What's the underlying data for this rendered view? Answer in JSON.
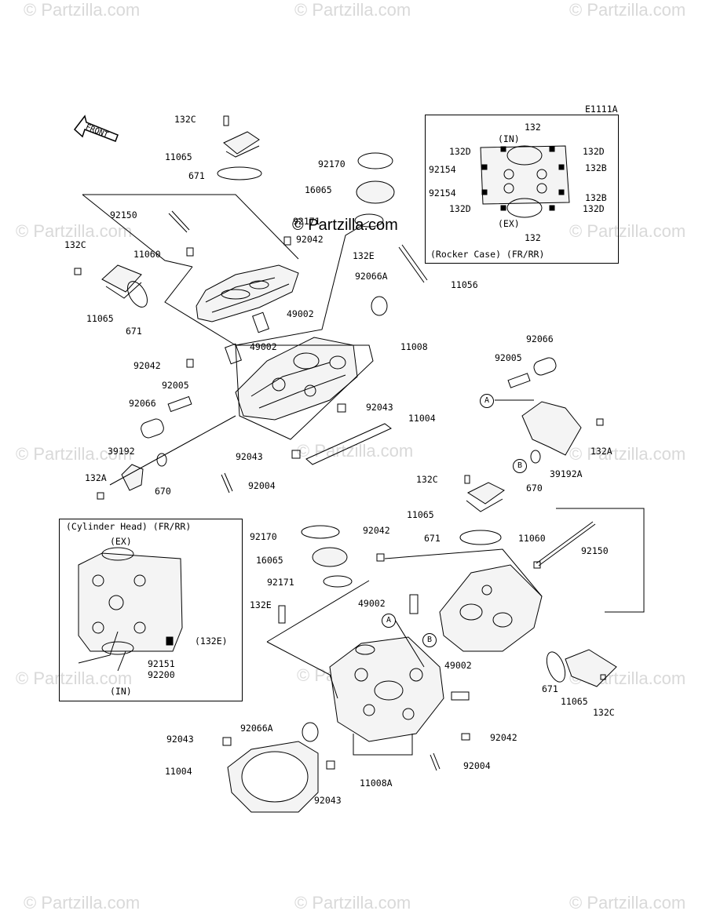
{
  "watermark": "© Partzilla.com",
  "brand_mark": "© Partzilla.com",
  "diagram_code": "E1111A",
  "front_arrow_label": "FRONT",
  "rocker_box": {
    "title": "(Rocker Case) (FR/RR)",
    "in_label": "(IN)",
    "ex_label": "(EX)",
    "parts": [
      "132",
      "132D",
      "132D",
      "92154",
      "132B",
      "92154",
      "132B",
      "132D",
      "132D",
      "132"
    ]
  },
  "cylinder_box": {
    "title": "(Cylinder Head) (FR/RR)",
    "ex_label": "(EX)",
    "in_label": "(IN)",
    "parts": [
      "(132E)",
      "92151",
      "92200"
    ]
  },
  "markers": {
    "a": "A",
    "b": "B"
  },
  "parts": {
    "p_132c_1": "132C",
    "p_11065_1": "11065",
    "p_671_1": "671",
    "p_92170_1": "92170",
    "p_16065_1": "16065",
    "p_92171_1": "92171",
    "p_92042_1": "92042",
    "p_92150_1": "92150",
    "p_132c_2": "132C",
    "p_11060_1": "11060",
    "p_132e_1": "132E",
    "p_92066a_1": "92066A",
    "p_11056": "11056",
    "p_11065_2": "11065",
    "p_671_2": "671",
    "p_49002_1": "49002",
    "p_49002_2": "49002",
    "p_11008": "11008",
    "p_92066_1": "92066",
    "p_92042_2": "92042",
    "p_92005_1": "92005",
    "p_92005_2": "92005",
    "p_92066_2": "92066",
    "p_92043_1": "92043",
    "p_11004_1": "11004",
    "p_39192": "39192",
    "p_92043_2": "92043",
    "p_132a_1": "132A",
    "p_670_1": "670",
    "p_92004_1": "92004",
    "p_132a_2": "132A",
    "p_39192a": "39192A",
    "p_670_2": "670",
    "p_132c_3": "132C",
    "p_11065_3": "11065",
    "p_671_3": "671",
    "p_11060_2": "11060",
    "p_92150_2": "92150",
    "p_92170_2": "92170",
    "p_92042_3": "92042",
    "p_16065_2": "16065",
    "p_92171_2": "92171",
    "p_132e_2": "132E",
    "p_49002_3": "49002",
    "p_49002_4": "49002",
    "p_671_4": "671",
    "p_11065_4": "11065",
    "p_132c_4": "132C",
    "p_92066a_2": "92066A",
    "p_92043_3": "92043",
    "p_92042_4": "92042",
    "p_11004_2": "11004",
    "p_92004_2": "92004",
    "p_11008a": "11008A",
    "p_92043_4": "92043"
  }
}
